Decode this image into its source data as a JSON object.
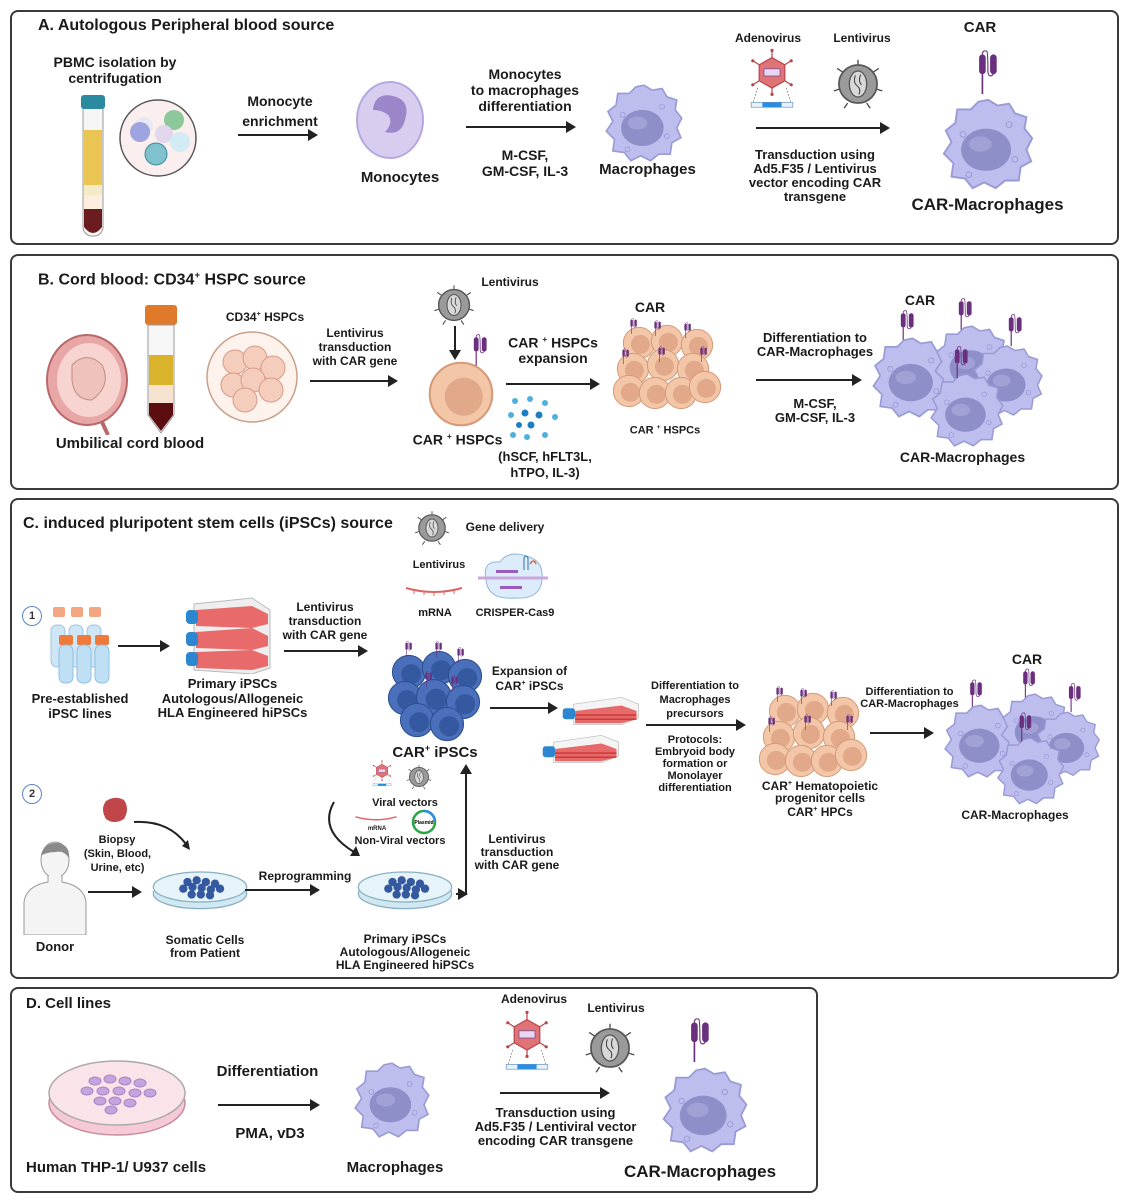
{
  "panels": {
    "A": {
      "title": "A. Autologous Peripheral blood source",
      "pbmc": "PBMC isolation by centrifugation",
      "pbmc_l1": "PBMC isolation by",
      "pbmc_l2": "centrifugation",
      "enrich_l1": "Monocyte",
      "enrich_l2": "enrichment",
      "monocytes": "Monocytes",
      "diff_l1": "Monocytes",
      "diff_l2": "to macrophages",
      "diff_l3": "differentiation",
      "cyto_l1": "M-CSF,",
      "cyto_l2": "GM-CSF, IL-3",
      "macrophages": "Macrophages",
      "adenovirus": "Adenovirus",
      "lentivirus": "Lentivirus",
      "car_gene_label": "CAR",
      "trans_l1": "Transduction using",
      "trans_l2": "Ad5.F35 / Lentivirus",
      "trans_l3": "vector encoding CAR",
      "trans_l4": "transgene",
      "car": "CAR",
      "car_macrophages": "CAR-Macrophages"
    },
    "B": {
      "title_pre": "B. Cord blood: CD34",
      "title_sup": "+",
      "title_post": " HSPC source",
      "cd34_pre": "CD34",
      "cd34_sup": "+",
      "cd34_post": " HSPCs",
      "umbilical": "Umbilical cord blood",
      "lenti_l1": "Lentivirus",
      "lenti_l2": "transduction",
      "lenti_l3": "with CAR gene",
      "lentivirus": "Lentivirus",
      "car_hspcs_pre": "CAR ",
      "car_hspcs_sup": "+",
      "car_hspcs_post": " HSPCs",
      "exp_pre": "CAR ",
      "exp_sup": "+",
      "exp_post": " HSPCs",
      "exp_l2": "expansion",
      "factors_l1": "(hSCF, hFLT3L,",
      "factors_l2": "hTPO,  IL-3)",
      "car": "CAR",
      "car_hspcs2_pre": "CAR ",
      "car_hspcs2_sup": "+",
      "car_hspcs2_post": " HSPCs",
      "diff_l1": "Differentiation to",
      "diff_l2": "CAR-Macrophages",
      "cyto_l1": "M-CSF,",
      "cyto_l2": "GM-CSF, IL-3",
      "car2": "CAR",
      "car_macrophages": "CAR-Macrophages"
    },
    "C": {
      "title": "C. induced pluripotent stem cells (iPSCs) source",
      "gene_delivery": "Gene delivery",
      "lentivirus": "Lentivirus",
      "mrna": "mRNA",
      "crispr": "CRISPER-Cas9",
      "step1": "1",
      "step2": "2",
      "pre_l1": "Pre-established",
      "pre_l2": "iPSC lines",
      "primary_l1": "Primary iPSCs",
      "primary_l2": "Autologous/Allogeneic",
      "primary_l3": "HLA Engineered hiPSCs",
      "lenti_l1": "Lentivirus",
      "lenti_l2": "transduction",
      "lenti_l3": "with CAR gene",
      "car_ipscs_pre": "CAR",
      "car_ipscs_sup": "+",
      "car_ipscs_post": " iPSCs",
      "exp_l1": "Expansion of",
      "exp_l2_pre": "CAR",
      "exp_l2_sup": "+",
      "exp_l2_post": " iPSCs",
      "diffp_l1": "Differentiation to",
      "diffp_l2": "Macrophages",
      "diffp_l3": "precursors",
      "prot_l1": "Protocols:",
      "prot_l2": "Embryoid body",
      "prot_l3": "formation or",
      "prot_l4": "Monolayer",
      "prot_l5": "differentiation",
      "hpc_l1_pre": "CAR",
      "hpc_l1_sup": "+",
      "hpc_l1_post": " Hematopoietic",
      "hpc_l2": "progenitor cells",
      "hpc_l3_pre": "CAR",
      "hpc_l3_sup": "+",
      "hpc_l3_post": " HPCs",
      "diffm_l1": "Differentiation to",
      "diffm_l2": "CAR-Macrophages",
      "car": "CAR",
      "car_macrophages": "CAR-Macrophages",
      "donor": "Donor",
      "biopsy_l1": "Biopsy",
      "biopsy_l2": "(Skin, Blood,",
      "biopsy_l3": "Urine, etc)",
      "somatic_l1": "Somatic Cells",
      "somatic_l2": "from Patient",
      "reprogramming": "Reprogramming",
      "viral": "Viral vectors",
      "nonviral": "Non-Viral vectors",
      "mrna_small": "mRNA",
      "plasmid": "Plasmid",
      "primary2_l1": "Primary iPSCs",
      "primary2_l2": "Autologous/Allogeneic",
      "primary2_l3": "HLA Engineered hiPSCs",
      "lenti2_l1": "Lentivirus",
      "lenti2_l2": "transduction",
      "lenti2_l3": "with CAR gene"
    },
    "D": {
      "title": "D. Cell lines",
      "cells": "Human THP-1/ U937 cells",
      "diff": "Differentiation",
      "pma": "PMA, vD3",
      "macrophages": "Macrophages",
      "adenovirus": "Adenovirus",
      "lentivirus": "Lentivirus",
      "car_gene_label": "CAR",
      "trans_l1": "Transduction using",
      "trans_l2": "Ad5.F35 / Lentiviral vector",
      "trans_l3": "encoding CAR transgene",
      "car_macrophages": "CAR-Macrophages"
    }
  },
  "colors": {
    "macrophage": "#b9b9ea",
    "macrophage_nucleus": "#8f8fc9",
    "car_receptor": "#6b2f7f",
    "hspc": "#f3c6a8",
    "ipsc": "#3f66b0",
    "adenovirus": "#d9585c",
    "lentivirus": "#8e8e8e",
    "flask": "#e05a5a",
    "border": "#3a3a3a"
  }
}
